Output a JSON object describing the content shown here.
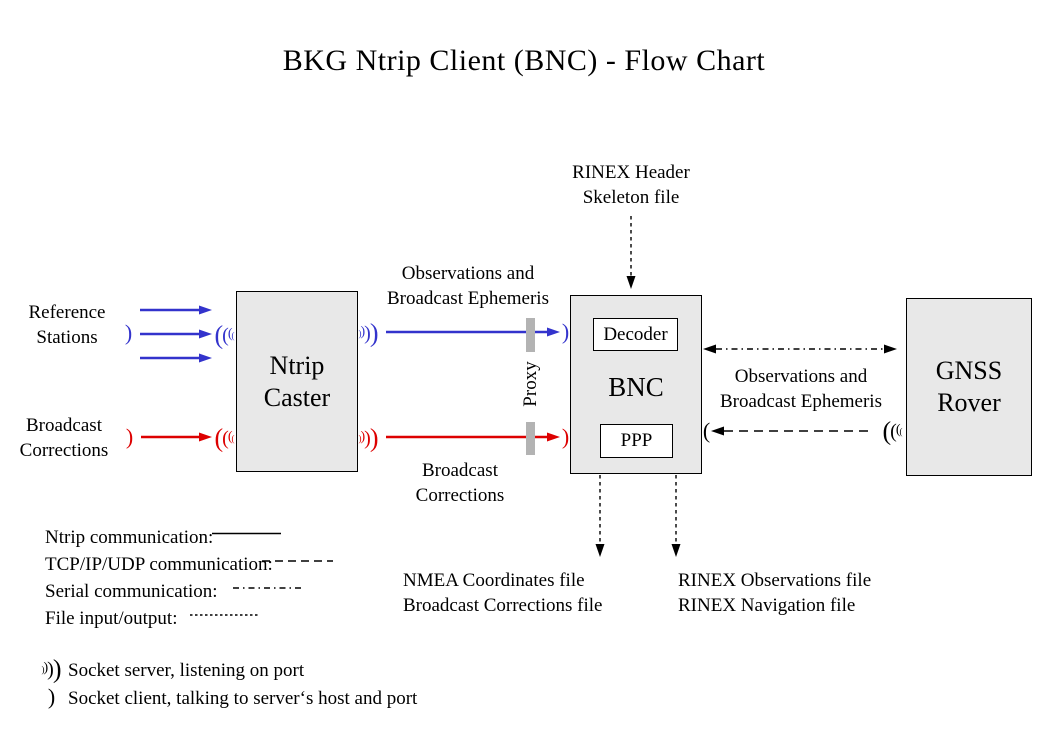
{
  "title": "BKG Ntrip Client (BNC)  -  Flow Chart",
  "colors": {
    "flow_blue": "#3333cc",
    "flow_red": "#dd0000",
    "box_fill": "#e8e8e8",
    "proxy_bar": "#b3b3b3",
    "text": "#000000"
  },
  "nodes": {
    "ntrip_caster": {
      "line1": "Ntrip",
      "line2": "Caster"
    },
    "bnc": {
      "label": "BNC"
    },
    "decoder": {
      "label": "Decoder"
    },
    "ppp": {
      "label": "PPP"
    },
    "gnss_rover": {
      "line1": "GNSS",
      "line2": "Rover"
    }
  },
  "labels": {
    "reference_stations": {
      "line1": "Reference",
      "line2": "Stations"
    },
    "broadcast_corrections_input": {
      "line1": "Broadcast",
      "line2": "Corrections"
    },
    "observations_ephemeris_caster_bnc": {
      "line1": "Observations and",
      "line2": "Broadcast Ephemeris"
    },
    "broadcast_corrections_caster_bnc": {
      "line1": "Broadcast",
      "line2": "Corrections"
    },
    "rinex_header": {
      "line1": "RINEX Header",
      "line2": "Skeleton file"
    },
    "observations_ephemeris_bnc_rover": {
      "line1": "Observations and",
      "line2": "Broadcast Ephemeris"
    },
    "proxy": "Proxy"
  },
  "outputs": {
    "left": {
      "line1": "NMEA Coordinates file",
      "line2": "Broadcast Corrections file"
    },
    "right": {
      "line1": "RINEX Observations file",
      "line2": "RINEX Navigation file"
    }
  },
  "legend": {
    "items": [
      {
        "label": "Ntrip communication:",
        "style": "solid"
      },
      {
        "label": "TCP/IP/UDP communication:",
        "style": "dashed"
      },
      {
        "label": "Serial communication:",
        "style": "dashdot"
      },
      {
        "label": "File input/output:",
        "style": "dotted"
      }
    ]
  },
  "socket_legend": {
    "server": "Socket server, listening on port",
    "client": "Socket client, talking to server‘s host and port"
  }
}
